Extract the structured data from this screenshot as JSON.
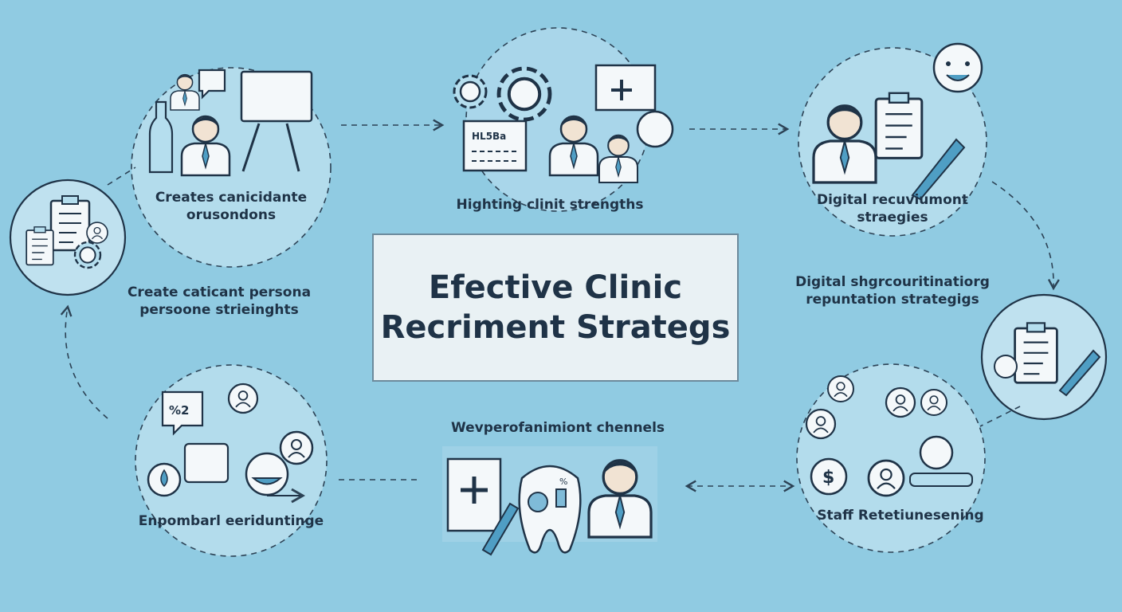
{
  "title": {
    "line1": "Efective Clinic",
    "line2": "Recriment Strategs"
  },
  "nodes": {
    "top_left": {
      "line1": "Creates canicidante",
      "line2": "orusondons"
    },
    "left": {
      "line1": "Create caticant persona",
      "line2": "persoone strieinghts"
    },
    "top_center": {
      "line1": "Highting clinit strengths"
    },
    "top_right": {
      "line1": "Digital recuviumont",
      "line2": "straegies"
    },
    "right": {
      "line1": "Digital shgrcouritinatiorg",
      "line2": "repuntation strategigs"
    },
    "bottom_right": {
      "line1": "Staff Retetiunesening"
    },
    "bottom_center": {
      "line1": "Wevperofanimiont chennels"
    },
    "bottom_left": {
      "line1": "Enpombarl eeriduntinge"
    }
  },
  "icon_text": {
    "chart_sheet": "HL5Ba",
    "bubble": "%2",
    "percent": "%"
  },
  "colors": {
    "background": "#90cbe2",
    "ink": "#1f3347",
    "circle_fill": "#b5deee",
    "accent": "#4f9ec4",
    "hair": "#d9b86c"
  }
}
